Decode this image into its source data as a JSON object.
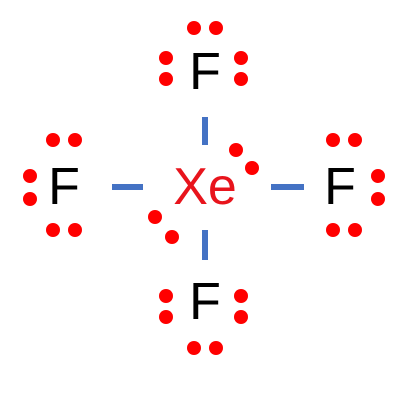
{
  "molecule": {
    "central_atom": {
      "symbol": "Xe",
      "color": "#e8141c"
    },
    "outer_atoms": [
      {
        "id": "top",
        "symbol": "F"
      },
      {
        "id": "left",
        "symbol": "F"
      },
      {
        "id": "right",
        "symbol": "F"
      },
      {
        "id": "bottom",
        "symbol": "F"
      }
    ],
    "outer_atom_color": "#000000",
    "bond_color": "#4472c4",
    "electron_color": "#ff0000",
    "single_bond_count": 4,
    "lone_pairs_on_each_fluorine": 3,
    "lone_pairs_on_xenon": 2
  }
}
